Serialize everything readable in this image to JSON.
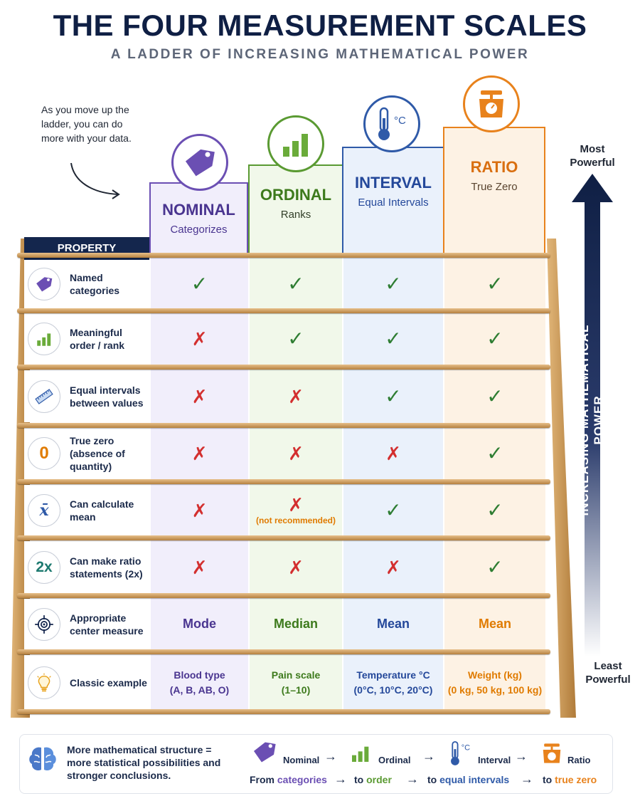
{
  "title": "THE FOUR MEASUREMENT SCALES",
  "subtitle": "A LADDER OF INCREASING MATHEMATICAL POWER",
  "intro_note": "As you move up the ladder, you can do more with your data.",
  "property_header": "PROPERTY",
  "colors": {
    "nominal": "#6b4fb3",
    "ordinal": "#5a9a32",
    "interval": "#2f5aa8",
    "ratio": "#e8821c",
    "navy": "#14264d"
  },
  "scales": [
    {
      "key": "nominal",
      "name": "NOMINAL",
      "desc": "Categorizes",
      "icon": "tag-icon"
    },
    {
      "key": "ordinal",
      "name": "ORDINAL",
      "desc": "Ranks",
      "icon": "bar-chart-icon"
    },
    {
      "key": "interval",
      "name": "INTERVAL",
      "desc": "Equal Intervals",
      "icon": "thermometer-icon"
    },
    {
      "key": "ratio",
      "name": "RATIO",
      "desc": "True Zero",
      "icon": "scale-icon"
    }
  ],
  "thermometer_unit": "°C",
  "zero_glyph": "0",
  "mean_glyph": "x̄",
  "ratio_glyph": "2x",
  "rows": [
    {
      "icon": "tag-icon",
      "label": "Named categories",
      "values": [
        "yes",
        "yes",
        "yes",
        "yes"
      ]
    },
    {
      "icon": "bar-chart-icon",
      "label": "Meaningful order / rank",
      "values": [
        "no",
        "yes",
        "yes",
        "yes"
      ]
    },
    {
      "icon": "ruler-icon",
      "label": "Equal intervals between values",
      "values": [
        "no",
        "no",
        "yes",
        "yes"
      ]
    },
    {
      "icon": "zero-icon",
      "label": "True zero (absence of quantity)",
      "values": [
        "no",
        "no",
        "no",
        "yes"
      ]
    },
    {
      "icon": "x-bar-icon",
      "label": "Can calculate mean",
      "values": [
        "no",
        "no",
        "yes",
        "yes"
      ],
      "notes": [
        "",
        "(not recommended)",
        "",
        ""
      ]
    },
    {
      "icon": "two-x-icon",
      "label": "Can make ratio statements (2x)",
      "values": [
        "no",
        "no",
        "no",
        "yes"
      ]
    },
    {
      "icon": "target-icon",
      "label": "Appropriate center measure",
      "texts": [
        "Mode",
        "Median",
        "Mean",
        "Mean"
      ]
    },
    {
      "icon": "lightbulb-icon",
      "label": "Classic example",
      "examples": [
        {
          "line1": "Blood type",
          "line2": "(A, B, AB, O)"
        },
        {
          "line1": "Pain scale",
          "line2": "(1–10)"
        },
        {
          "line1": "Temperature °C",
          "line2": "(0°C, 10°C, 20°C)"
        },
        {
          "line1": "Weight (kg)",
          "line2": "(0 kg, 50 kg, 100 kg)"
        }
      ]
    }
  ],
  "yes_glyph": "✓",
  "no_glyph": "✗",
  "power": {
    "top": "Most Powerful",
    "bottom": "Least Powerful",
    "label": "INCREASING MATHEMATICAL POWER"
  },
  "footer": {
    "text": "More mathematical structure = more statistical possibilities and stronger conclusions.",
    "flow": [
      "Nominal",
      "Ordinal",
      "Interval",
      "Ratio"
    ],
    "arrow": "→",
    "from": "From",
    "to": "to",
    "stages": [
      "categories",
      "order",
      "equal intervals",
      "true zero"
    ]
  }
}
